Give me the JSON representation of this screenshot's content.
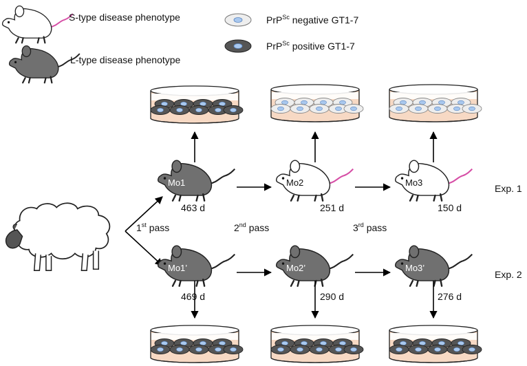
{
  "legend": {
    "s_type": "S-type disease phenotype",
    "l_type": "L-type disease phenotype",
    "negative_prefix": "PrP",
    "negative_sup": "Sc",
    "negative_suffix": " negative GT1-7",
    "positive_prefix": "PrP",
    "positive_sup": "Sc",
    "positive_suffix": " positive GT1-7"
  },
  "passes": {
    "first": "1",
    "first_sup": "st",
    "first_suffix": " pass",
    "second": "2",
    "second_sup": "nd",
    "second_suffix": " pass",
    "third": "3",
    "third_sup": "rd",
    "third_suffix": " pass"
  },
  "exp1": {
    "label": "Exp. 1",
    "mice": [
      {
        "name": "Mo1",
        "days": "463 d",
        "phenotype": "L-type",
        "culture": "positive"
      },
      {
        "name": "Mo2",
        "days": "251 d",
        "phenotype": "S-type",
        "culture": "negative"
      },
      {
        "name": "Mo3",
        "days": "150 d",
        "phenotype": "S-type",
        "culture": "negative"
      }
    ]
  },
  "exp2": {
    "label": "Exp. 2",
    "mice": [
      {
        "name": "Mo1’",
        "days": "469 d",
        "phenotype": "L-type",
        "culture": "positive"
      },
      {
        "name": "Mo2’",
        "days": "290 d",
        "phenotype": "L-type",
        "culture": "positive"
      },
      {
        "name": "Mo3’",
        "days": "276 d",
        "phenotype": "L-type",
        "culture": "positive"
      }
    ]
  },
  "colors": {
    "dark_mouse": "#707070",
    "light_mouse": "#ffffff",
    "dish_medium": "#f7d9c4",
    "positive_cell": "#555555",
    "negative_cell": "#eeeeee",
    "nucleus": "#a9c8ee",
    "tail_pink": "#d64fa6"
  }
}
